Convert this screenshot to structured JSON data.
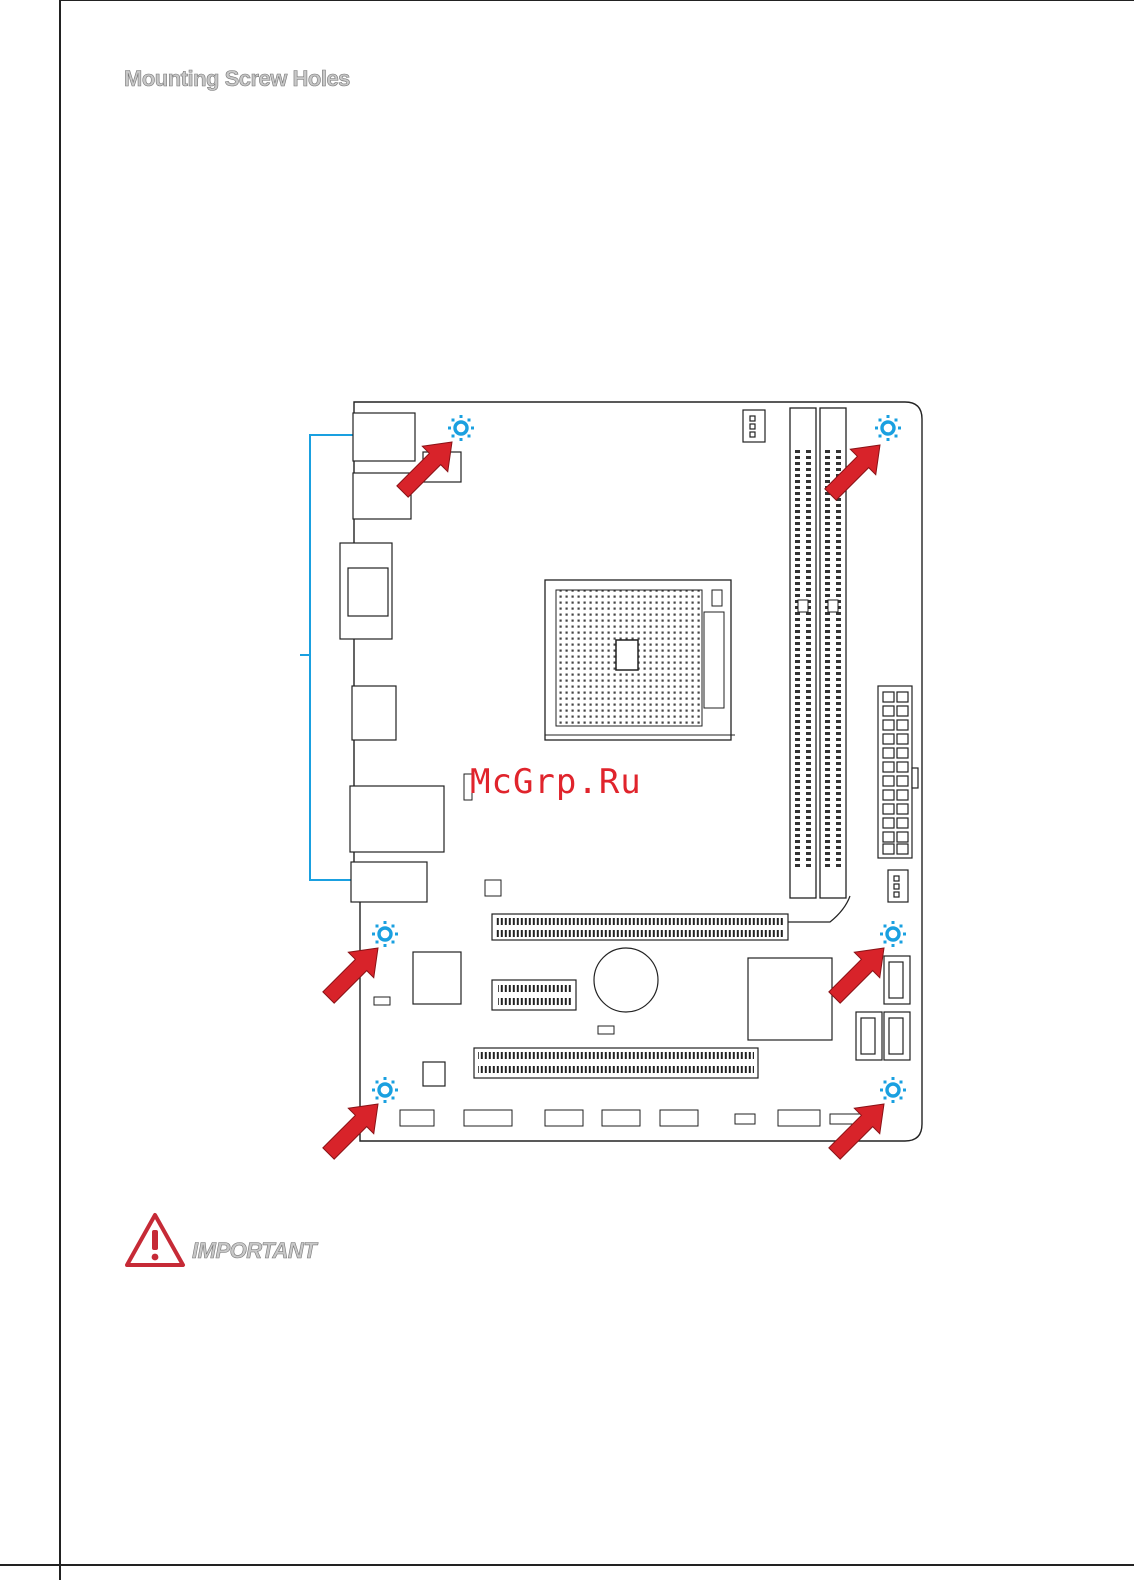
{
  "page": {
    "section_title": "Mounting Screw Holes",
    "important_label": "IMPORTANT",
    "watermark": "McGrp.Ru"
  },
  "figure": {
    "screw_hole_icon": "gear-icon",
    "arrow_icon": "red-arrow-icon",
    "warning_icon": "warning-triangle-icon",
    "colors": {
      "screw_hole": "#1aa0e0",
      "arrow": "#d8232a",
      "io_bracket": "#1aa0e0",
      "outline": "#222222"
    }
  }
}
